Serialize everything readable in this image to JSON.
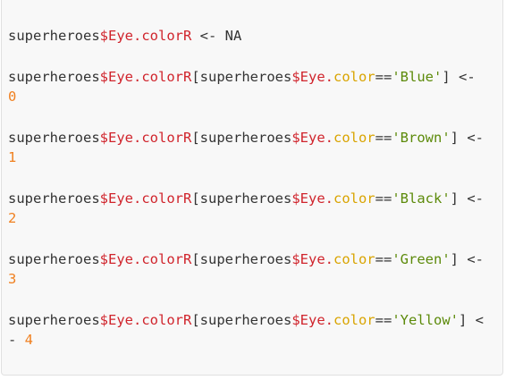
{
  "code_block": {
    "lines": [
      {
        "object": "superheroes",
        "dollar": "$",
        "field": "Eye.colorR",
        "rest": " <- NA"
      },
      {
        "object": "superheroes",
        "dollar": "$",
        "field": "Eye.colorR",
        "bracket_open": "[superheroes",
        "dollar2": "$",
        "field2": "Eye.",
        "member": "color",
        "eq": "==",
        "string": "'Blue'",
        "assign": "] <-",
        "value": "0"
      },
      {
        "object": "superheroes",
        "dollar": "$",
        "field": "Eye.colorR",
        "bracket_open": "[superheroes",
        "dollar2": "$",
        "field2": "Eye.",
        "member": "color",
        "eq": "==",
        "string": "'Brown'",
        "assign": "] <-",
        "value": "1"
      },
      {
        "object": "superheroes",
        "dollar": "$",
        "field": "Eye.colorR",
        "bracket_open": "[superheroes",
        "dollar2": "$",
        "field2": "Eye.",
        "member": "color",
        "eq": "==",
        "string": "'Black'",
        "assign": "] <-",
        "value": "2"
      },
      {
        "object": "superheroes",
        "dollar": "$",
        "field": "Eye.colorR",
        "bracket_open": "[superheroes",
        "dollar2": "$",
        "field2": "Eye.",
        "member": "color",
        "eq": "==",
        "string": "'Green'",
        "assign": "] <-",
        "value": "3"
      },
      {
        "object": "superheroes",
        "dollar": "$",
        "field": "Eye.colorR",
        "bracket_open": "[superheroes",
        "dollar2": "$",
        "field2": "Eye.",
        "member": "color",
        "eq": "==",
        "string": "'Yellow'",
        "assign": "] <",
        "wrap_prefix": "- ",
        "value": "4"
      }
    ]
  },
  "colors": {
    "background": "#f8f8f8",
    "text": "#333333",
    "variable": "#d0242c",
    "member": "#d9a400",
    "string": "#5c8a0a",
    "number": "#f08020"
  }
}
